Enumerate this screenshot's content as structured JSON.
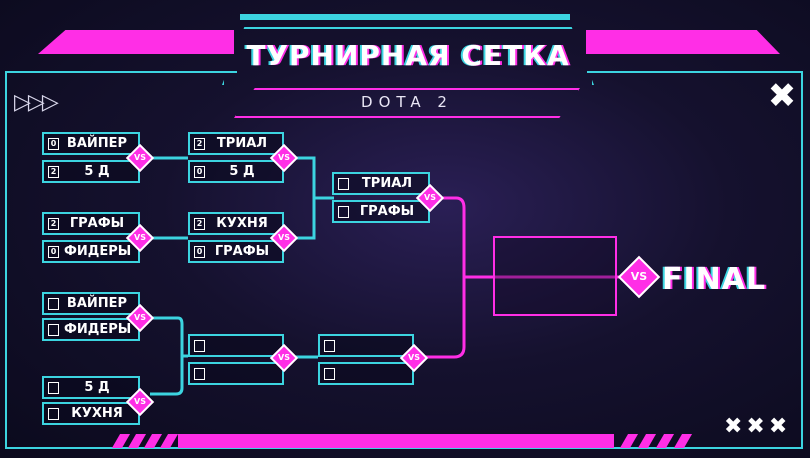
{
  "header": {
    "title": "ТУРНИРНАЯ СЕТКА",
    "subtitle": "DOTA 2",
    "arrows": "▷▷▷"
  },
  "controls": {
    "close": "✖",
    "more": "✖✖✖"
  },
  "vs_label": "VS",
  "final_label": "FINAL",
  "colors": {
    "accent_cyan": "#3cd4e0",
    "accent_magenta": "#ff2ee6",
    "background": "#15112e"
  },
  "bracket": {
    "round1": [
      {
        "teams": [
          {
            "score": "0",
            "name": "ВАЙПЕР"
          },
          {
            "score": "2",
            "name": "5 Д"
          }
        ]
      },
      {
        "teams": [
          {
            "score": "2",
            "name": "ГРАФЫ"
          },
          {
            "score": "0",
            "name": "ФИДЕРЫ"
          }
        ]
      },
      {
        "teams": [
          {
            "score": "",
            "name": "ВАЙПЕР"
          },
          {
            "score": "",
            "name": "ФИДЕРЫ"
          }
        ]
      },
      {
        "teams": [
          {
            "score": "",
            "name": "5 Д"
          },
          {
            "score": "",
            "name": "КУХНЯ"
          }
        ]
      }
    ],
    "round2": [
      {
        "teams": [
          {
            "score": "2",
            "name": "ТРИАЛ"
          },
          {
            "score": "0",
            "name": "5 Д"
          }
        ]
      },
      {
        "teams": [
          {
            "score": "2",
            "name": "КУХНЯ"
          },
          {
            "score": "0",
            "name": "ГРАФЫ"
          }
        ]
      },
      {
        "teams": [
          {
            "score": "",
            "name": ""
          },
          {
            "score": "",
            "name": ""
          }
        ]
      }
    ],
    "semifinal": [
      {
        "teams": [
          {
            "score": "",
            "name": "ТРИАЛ"
          },
          {
            "score": "",
            "name": "ГРАФЫ"
          }
        ]
      },
      {
        "teams": [
          {
            "score": "",
            "name": ""
          },
          {
            "score": "",
            "name": ""
          }
        ]
      }
    ]
  }
}
